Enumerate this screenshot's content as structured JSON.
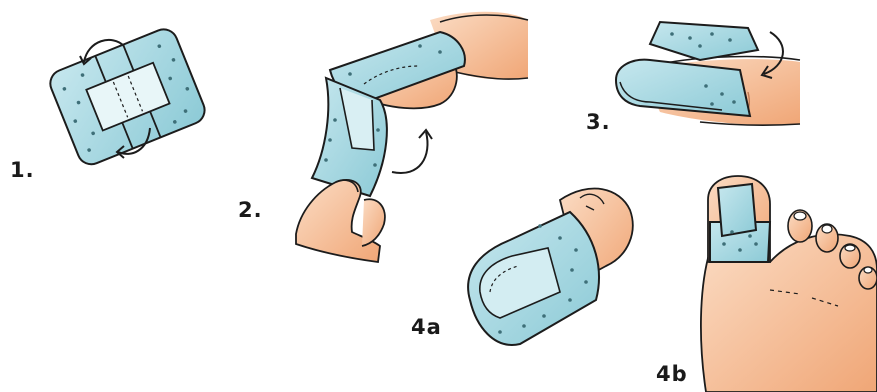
{
  "steps": [
    {
      "id": "step-1",
      "label": "1."
    },
    {
      "id": "step-2",
      "label": "2."
    },
    {
      "id": "step-3",
      "label": "3."
    },
    {
      "id": "step-4a",
      "label": "4a"
    },
    {
      "id": "step-4b",
      "label": "4b"
    }
  ],
  "colors": {
    "bandage": "#9fd3dc",
    "bandage_light": "#c4e6ec",
    "skin": "#f6c9a6",
    "skin_shade": "#f0a676",
    "outline": "#1c1c1c"
  },
  "icons": [
    "rotate-arrow-icon",
    "curved-arrow-icon"
  ]
}
